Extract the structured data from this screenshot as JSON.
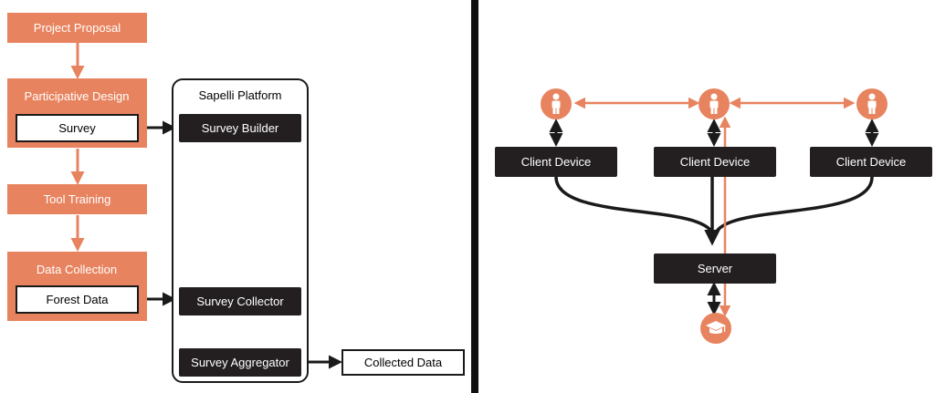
{
  "left_workflow": {
    "project_proposal": "Project Proposal",
    "participative_design": {
      "label": "Participative Design",
      "item": "Survey"
    },
    "tool_training": "Tool Training",
    "data_collection": {
      "label": "Data Collection",
      "item": "Forest Data"
    }
  },
  "platform": {
    "title": "Sapelli Platform",
    "survey_builder": "Survey Builder",
    "survey_collector": "Survey Collector",
    "survey_aggregator": "Survey Aggregator"
  },
  "output": "Collected Data",
  "network": {
    "client_devices": [
      "Client Device",
      "Client Device",
      "Client Device"
    ],
    "server": "Server"
  },
  "colors": {
    "accent": "#e8835f",
    "dark": "#231f20",
    "line": "#1a1a1a"
  },
  "icons": {
    "user": "person-icon",
    "admin": "graduation-cap-icon"
  }
}
